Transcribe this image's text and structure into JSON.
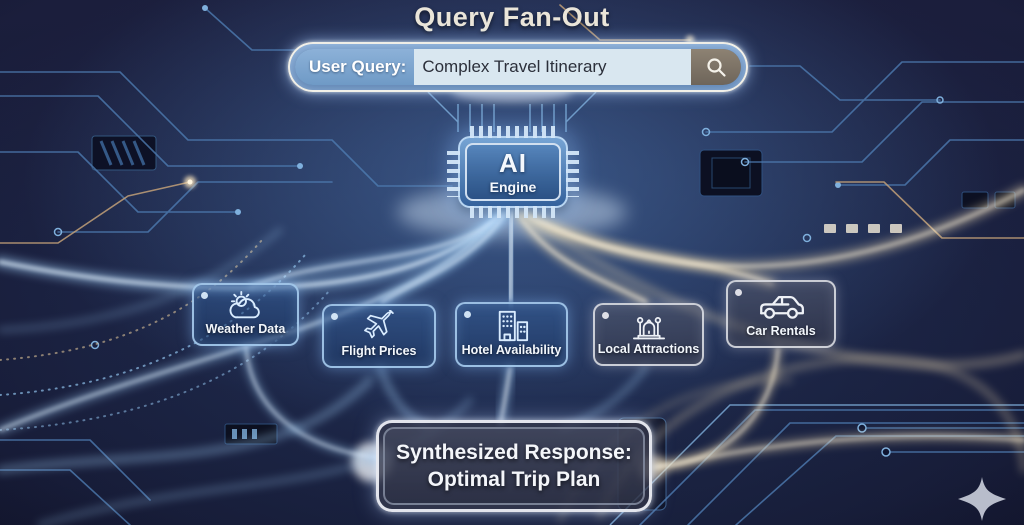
{
  "title": "Query Fan-Out",
  "search_bar": {
    "label": "User Query:",
    "value": "Complex Travel Itinerary",
    "icon": "magnifier"
  },
  "ai_engine": {
    "line1": "AI",
    "line2": "Engine"
  },
  "nodes": [
    {
      "label": "Weather Data",
      "icon": "sun-cloud"
    },
    {
      "label": "Flight Prices",
      "icon": "airplane"
    },
    {
      "label": "Hotel Availability",
      "icon": "hotel-buildings"
    },
    {
      "label": "Local Attractions",
      "icon": "landmark-gate"
    },
    {
      "label": "Car Rentals",
      "icon": "car"
    }
  ],
  "response_box": {
    "line1": "Synthesized Response:",
    "line2": "Optimal Trip Plan"
  },
  "decoration": {
    "sparkle": "four-point-star"
  },
  "colors": {
    "background": "#171a36",
    "circuit_blue": "#4e7cb2",
    "circuit_gold": "#c2a078",
    "stream_blue": "#9cc8ef",
    "stream_gold": "#ecd9b0",
    "title_text": "#eae5d9",
    "chip_body": "#35629c",
    "node_border": "#a8cdf0",
    "text_light": "#f4f6fa"
  }
}
